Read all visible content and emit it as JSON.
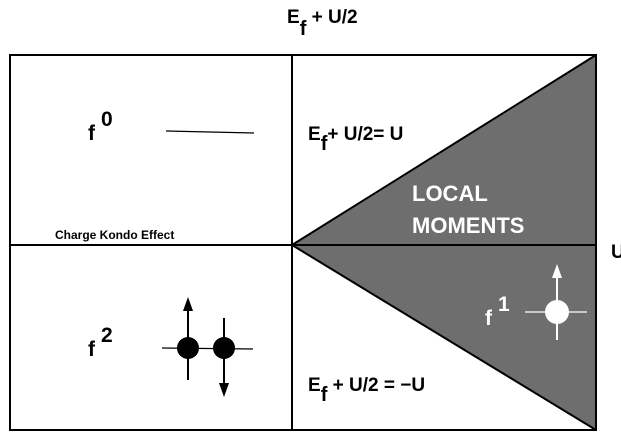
{
  "axes": {
    "vertical": {
      "base": "E",
      "sub": "f",
      "rest": " + U/2"
    },
    "horizontal": "U"
  },
  "lines": {
    "upper": {
      "base": "E",
      "sub": "f",
      "rest": "+ U/2= U"
    },
    "lower": {
      "base": "E",
      "sub": "f",
      "rest": " + U/2 = −U"
    }
  },
  "region_label": {
    "line1": "LOCAL",
    "line2": "MOMENTS"
  },
  "caption": "Charge Kondo Effect",
  "states": {
    "f0": {
      "base": "f",
      "sup": "0"
    },
    "f1": {
      "base": "f",
      "sup": "1"
    },
    "f2": {
      "base": "f",
      "sup": "2"
    }
  },
  "colors": {
    "region_fill": "#6e6e6e",
    "line": "#000000",
    "background": "#ffffff"
  }
}
